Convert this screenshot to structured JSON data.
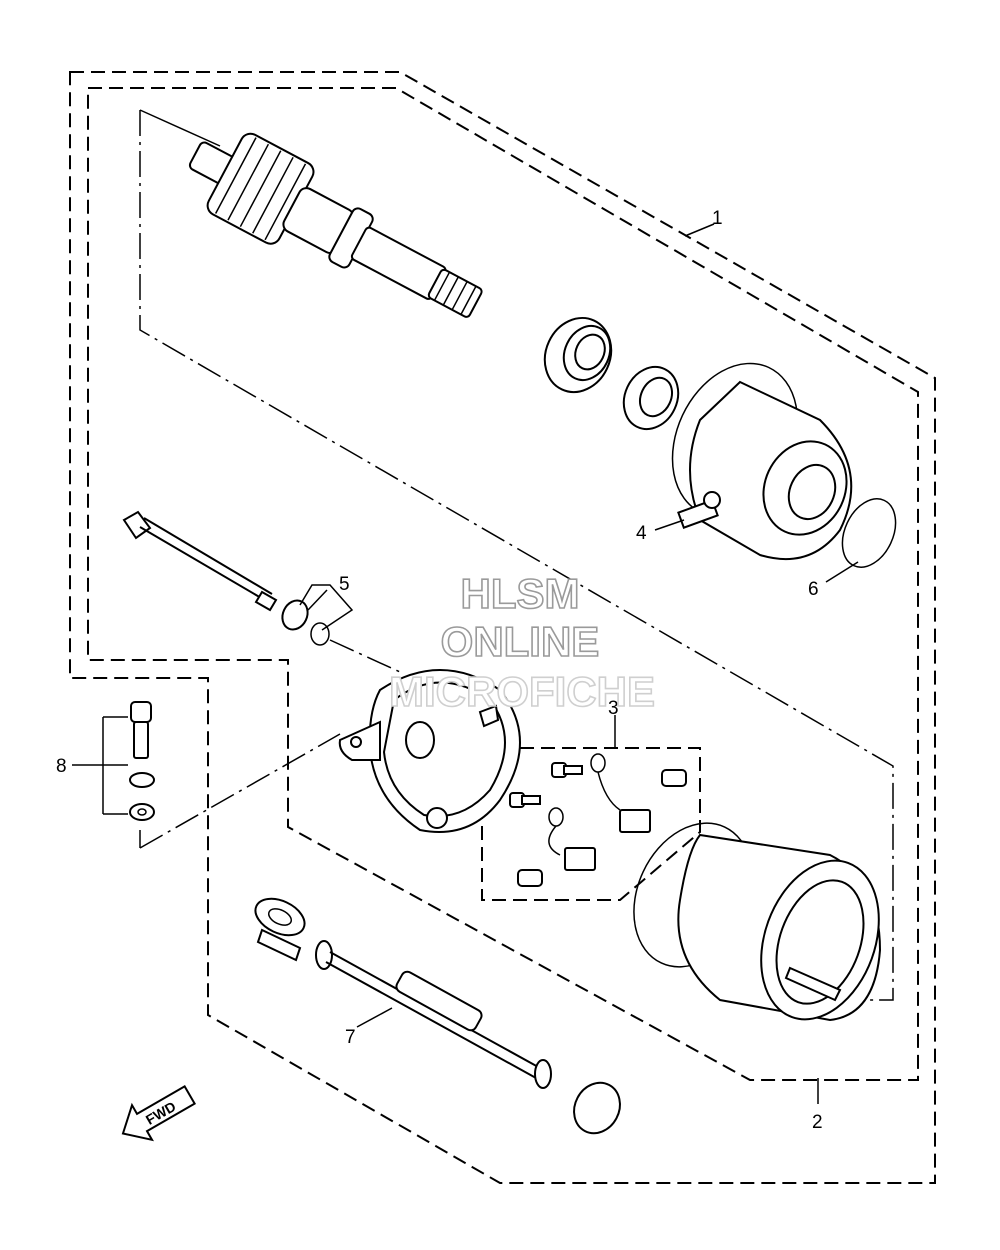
{
  "callouts": {
    "c1": "1",
    "c2": "2",
    "c3": "3",
    "c4": "4",
    "c5": "5",
    "c6": "6",
    "c7": "7",
    "c8": "8"
  },
  "watermark": {
    "line1": "HLSM",
    "line2": "ONLINE",
    "line3": "MICROFICHE"
  },
  "direction_marker": {
    "label": "FWD",
    "icon": "fwd-arrow-icon"
  }
}
